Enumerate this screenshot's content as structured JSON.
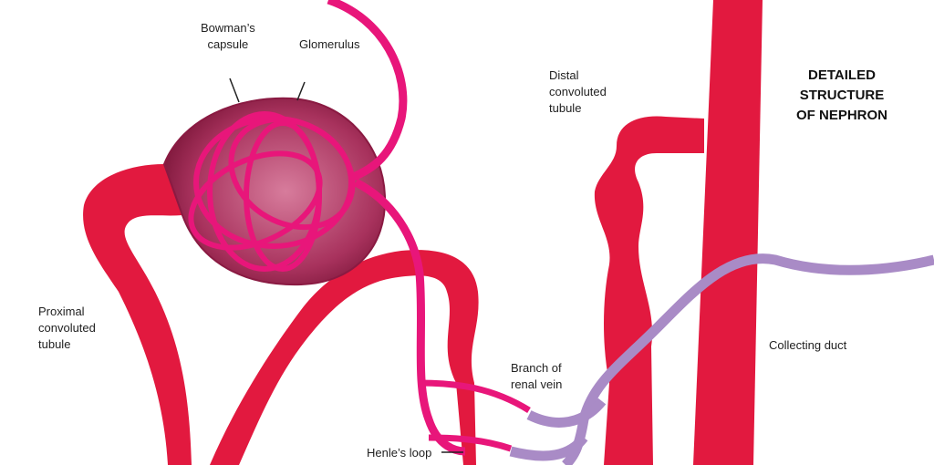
{
  "title": "DETAILED\nSTRUCTURE\nOF NEPHRON",
  "labels": {
    "bowmans_capsule": "Bowman’s\ncapsule",
    "glomerulus": "Glomerulus",
    "distal": "Distal\nconvoluted\ntubule",
    "proximal": "Proximal\nconvoluted\ntubule",
    "renal_vein": "Branch of\nrenal vein",
    "collecting_duct": "Collecting duct",
    "henles_loop": "Henle’s loop"
  },
  "colors": {
    "tubule": "#e2193f",
    "vessel": "#e8167a",
    "vein": "#a98bc6",
    "capsule": "#9c1f4e"
  }
}
